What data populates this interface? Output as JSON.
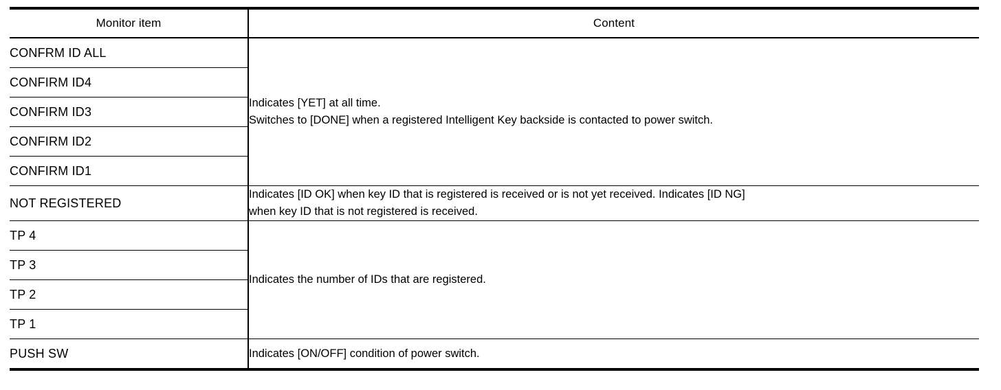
{
  "table": {
    "headers": {
      "item": "Monitor item",
      "content": "Content"
    },
    "groups": [
      {
        "items": [
          "CONFRM ID ALL",
          "CONFIRM ID4",
          "CONFIRM ID3",
          "CONFIRM ID2",
          "CONFIRM ID1"
        ],
        "content_lines": [
          "Indicates [YET] at all time.",
          "Switches to [DONE] when a registered Intelligent Key backside is contacted to power switch."
        ]
      },
      {
        "items": [
          "NOT REGISTERED"
        ],
        "content_lines": [
          "Indicates [ID OK] when key ID that is registered is received or is not yet received. Indicates [ID NG]",
          "when key ID that is not registered is received."
        ]
      },
      {
        "items": [
          "TP 4",
          "TP 3",
          "TP 2",
          "TP 1"
        ],
        "content_lines": [
          "Indicates the number of IDs that are registered."
        ]
      },
      {
        "items": [
          "PUSH SW"
        ],
        "content_lines": [
          "Indicates [ON/OFF] condition of power switch."
        ]
      }
    ]
  },
  "colors": {
    "rule": "#000000",
    "text": "#000000",
    "background": "#ffffff"
  }
}
